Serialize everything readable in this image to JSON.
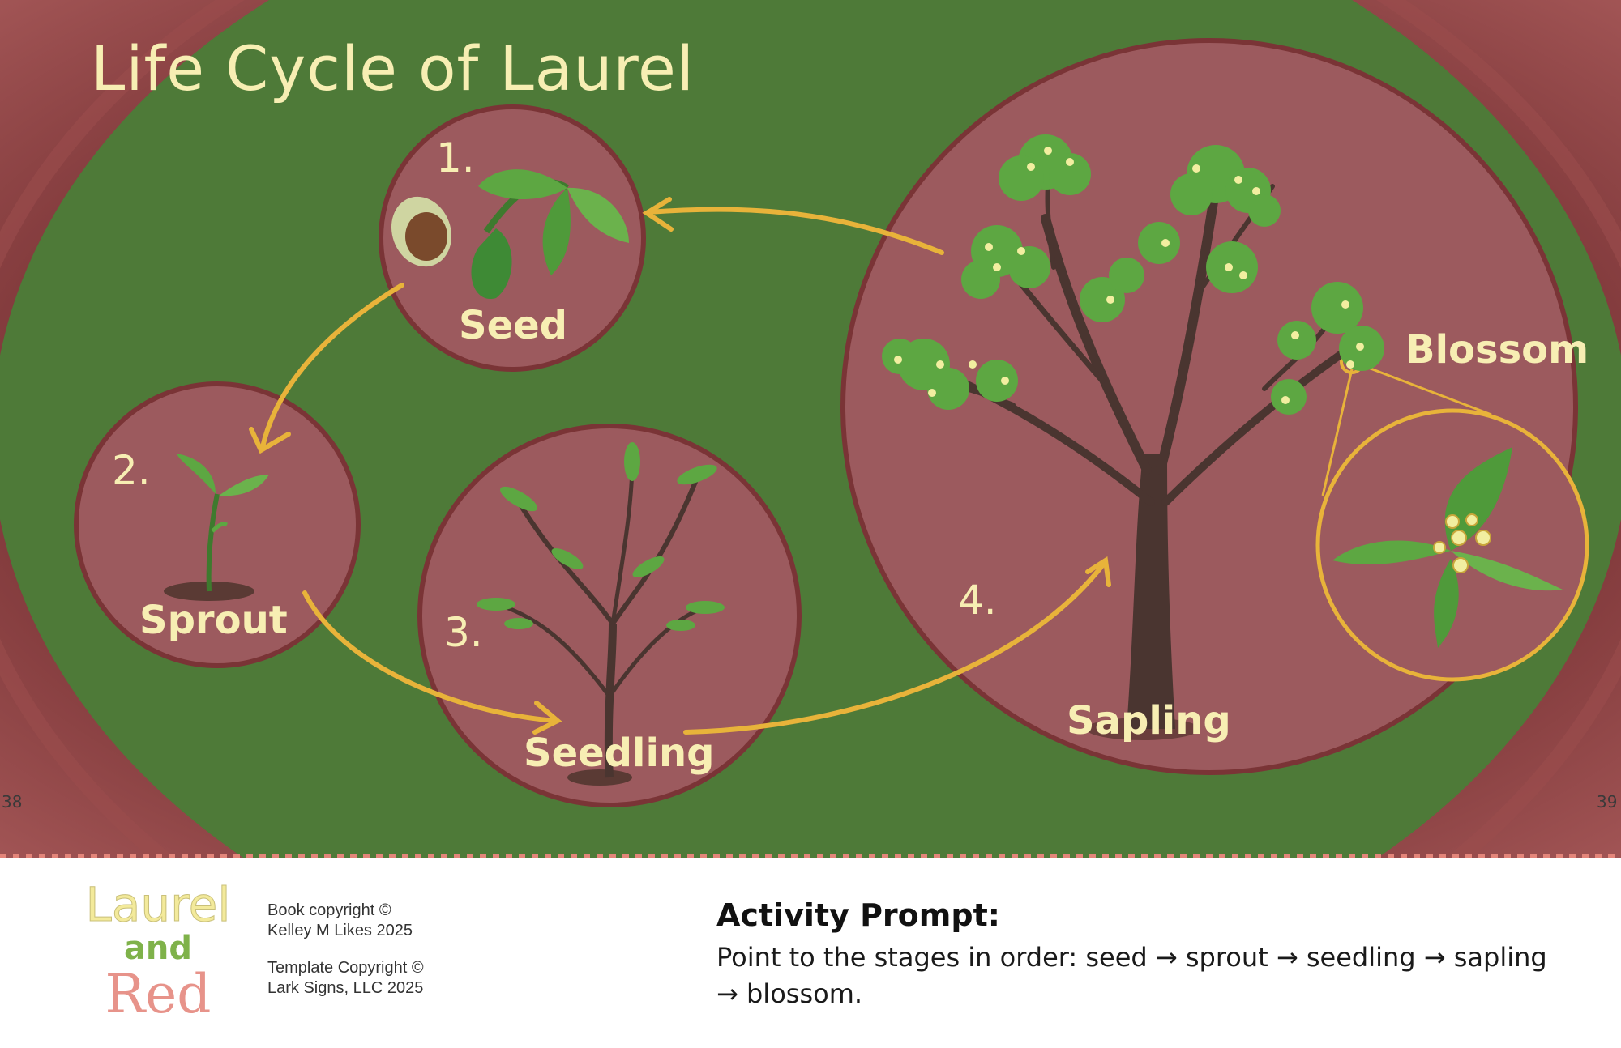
{
  "title": "Life Cycle of Laurel",
  "stages": [
    {
      "number": "1.",
      "label": "Seed"
    },
    {
      "number": "2.",
      "label": "Sprout"
    },
    {
      "number": "3.",
      "label": "Seedling"
    },
    {
      "number": "4.",
      "label": "Sapling"
    },
    {
      "number": "",
      "label": "Blossom"
    }
  ],
  "page_numbers": {
    "left": "38",
    "right": "39"
  },
  "logo": {
    "line1": "Laurel",
    "line2": "and",
    "line3": "Red"
  },
  "copyright": {
    "book_line1": "Book copyright ©",
    "book_line2": "Kelley M Likes 2025",
    "template_line1": "Template Copyright ©",
    "template_line2": "Lark Signs, LLC 2025"
  },
  "activity": {
    "title": "Activity Prompt:",
    "body": "Point to the stages in order: seed → sprout → seedling → sapling → blossom."
  },
  "colors": {
    "background_green": "#4e7a38",
    "circle_mauve": "#9c5a5e",
    "circle_border": "#7a3436",
    "arrow_gold": "#e8b33a",
    "label_cream": "#f7eeb3",
    "leaf_green": "#4f9a3a",
    "trunk_brown": "#4a3530",
    "frame_red": "#8a3e40",
    "dash_pink": "#e3857a"
  }
}
